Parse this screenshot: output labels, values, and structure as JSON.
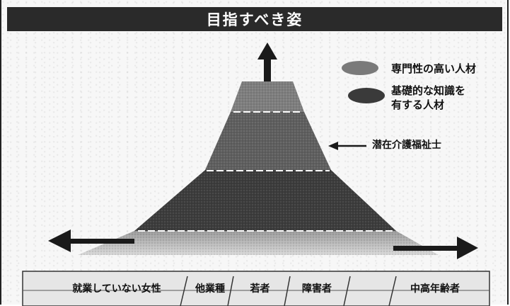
{
  "title": "目指すべき姿",
  "legend": {
    "items": [
      {
        "label": "専門性の高い人材",
        "color": "#7a7a7a"
      },
      {
        "label": "基礎的な知識を\n有する人材",
        "color": "#3a3a3a"
      }
    ]
  },
  "callout": {
    "label": "潜在介護福祉士"
  },
  "base_groups": [
    {
      "label": "就業していない女性"
    },
    {
      "label": "他業種"
    },
    {
      "label": "若者"
    },
    {
      "label": "障害者"
    },
    {
      "label": "中高年齢者"
    }
  ],
  "colors": {
    "title_bg": "#2a2a2a",
    "pyramid_light": "#8a8a8a",
    "pyramid_dark": "#3c3c3c",
    "arrow": "#1a1a1a"
  },
  "icons": {
    "up_arrow": "up-arrow-icon",
    "left_arrow": "left-arrow-icon",
    "right_arrow": "right-arrow-icon",
    "callout_arrow": "left-arrow-icon"
  }
}
